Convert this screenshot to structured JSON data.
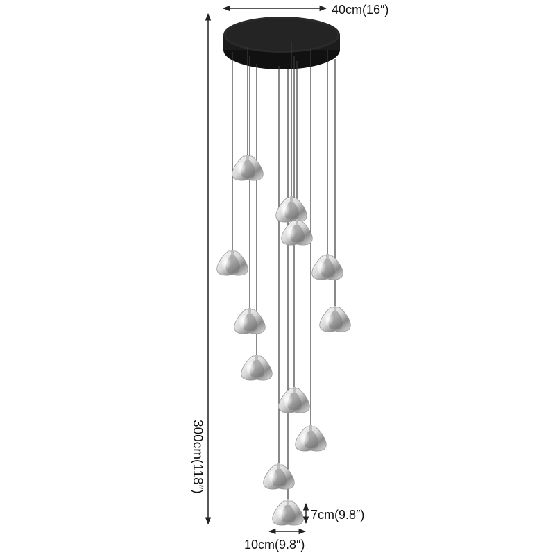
{
  "dimensions": {
    "width_label": "40cm(16″)",
    "height_label": "300cm(118″)",
    "pendant_height_label": "7cm(9.8″)",
    "pendant_width_label": "10cm(9.8″)"
  },
  "colors": {
    "canopy": "#1c1c1c",
    "wire": "#3a3a3a",
    "dimension_line": "#222222",
    "crystal_light": "#f4f4f4",
    "crystal_shadow": "#6e6e6e"
  }
}
